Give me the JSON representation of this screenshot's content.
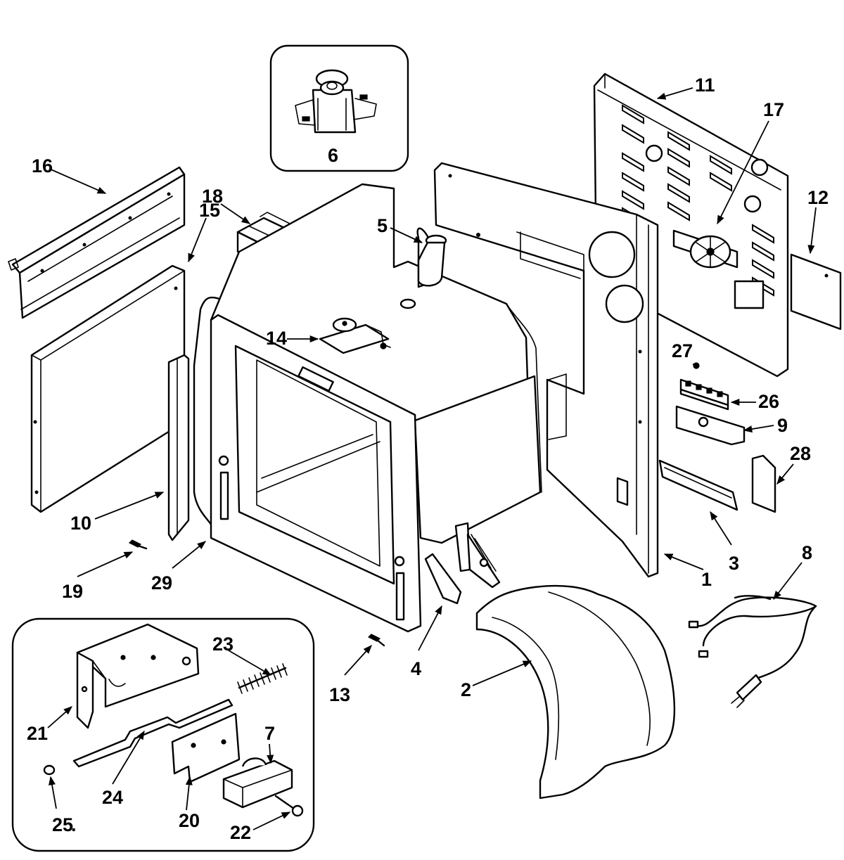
{
  "diagram": {
    "callouts": {
      "n1": "1",
      "n2": "2",
      "n3": "3",
      "n4": "4",
      "n5": "5",
      "n6": "6",
      "n7": "7",
      "n8": "8",
      "n9": "9",
      "n10": "10",
      "n11": "11",
      "n12": "12",
      "n13": "13",
      "n14": "14",
      "n15": "15",
      "n16": "16",
      "n17": "17",
      "n18": "18",
      "n19": "19",
      "n20": "20",
      "n21": "21",
      "n22": "22",
      "n23": "23",
      "n24": "24",
      "n25": "25",
      "n26": "26",
      "n27": "27",
      "n28": "28",
      "n29": "29"
    },
    "footnote_mark": "."
  }
}
